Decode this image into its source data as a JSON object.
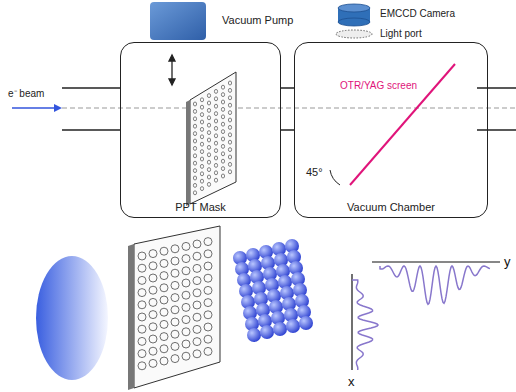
{
  "diagram": {
    "nodes": [
      {
        "text": [
          "PPT Mask"
        ]
      },
      {
        "text": [
          "Vacuum Chamber"
        ]
      }
    ],
    "edges": [
      {
        "from": 0,
        "to": 1,
        "arrow": "none"
      }
    ],
    "labels": [
      "Vacuum Pump",
      "EMCCD Camera",
      "Light port",
      "e⁻ beam",
      "OTR/YAG screen",
      "45°",
      "x",
      "y"
    ]
  }
}
